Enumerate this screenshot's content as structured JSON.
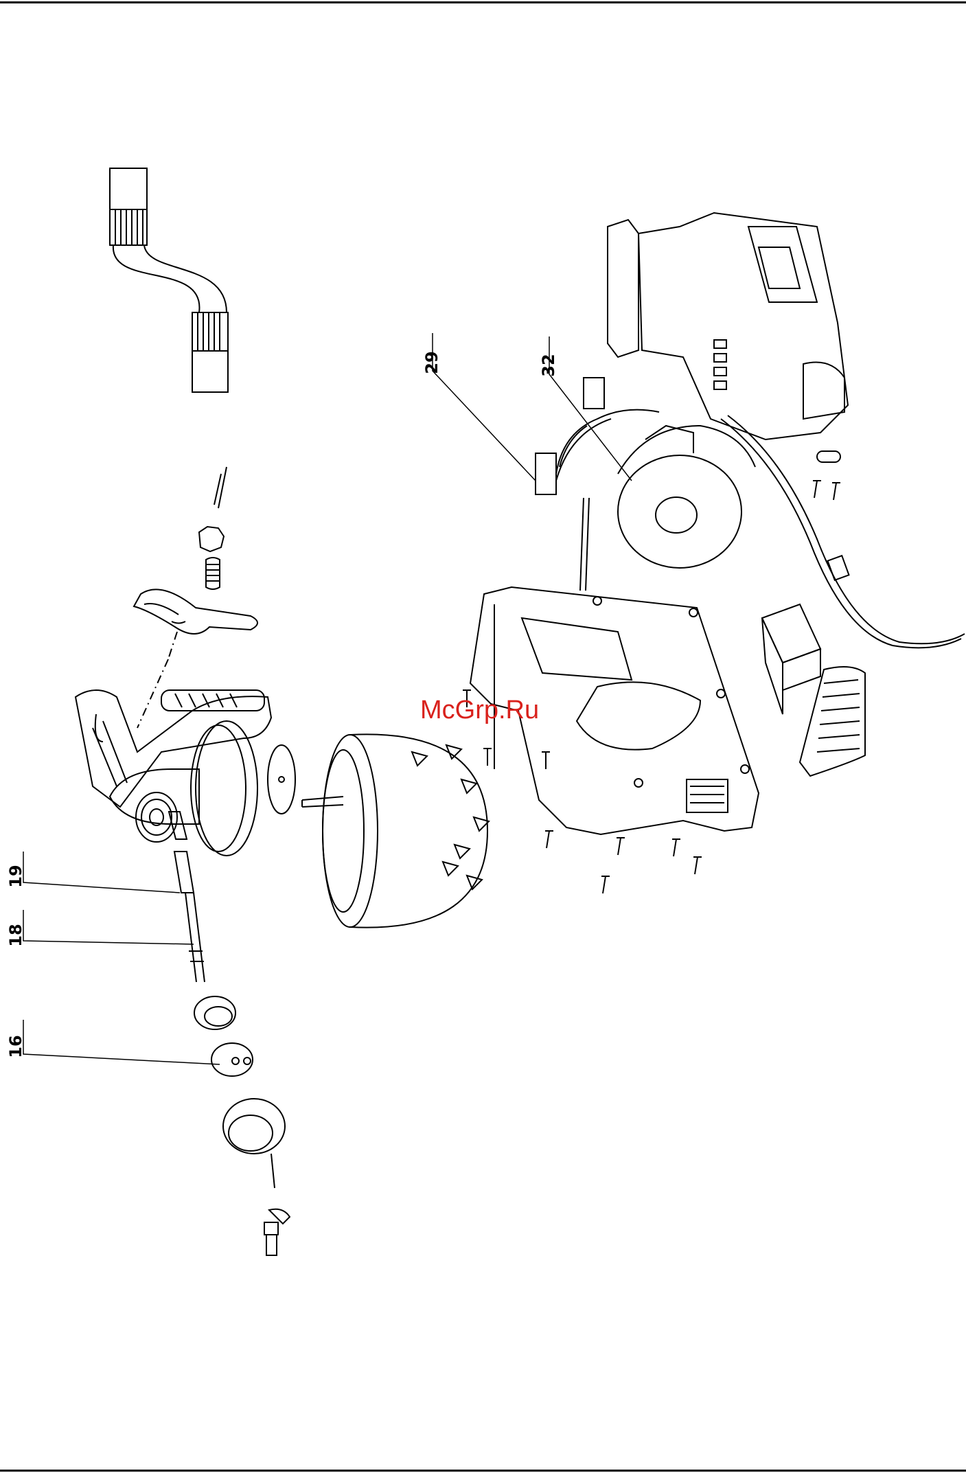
{
  "diagram": {
    "callouts": [
      {
        "id": "c29",
        "label": "29"
      },
      {
        "id": "c32",
        "label": "32"
      },
      {
        "id": "c19",
        "label": "19"
      },
      {
        "id": "c18",
        "label": "18"
      },
      {
        "id": "c16",
        "label": "16"
      }
    ],
    "watermark": "McGrp.Ru",
    "colors": {
      "line": "#000000",
      "watermark": "#d9211c",
      "background": "#ffffff"
    }
  }
}
